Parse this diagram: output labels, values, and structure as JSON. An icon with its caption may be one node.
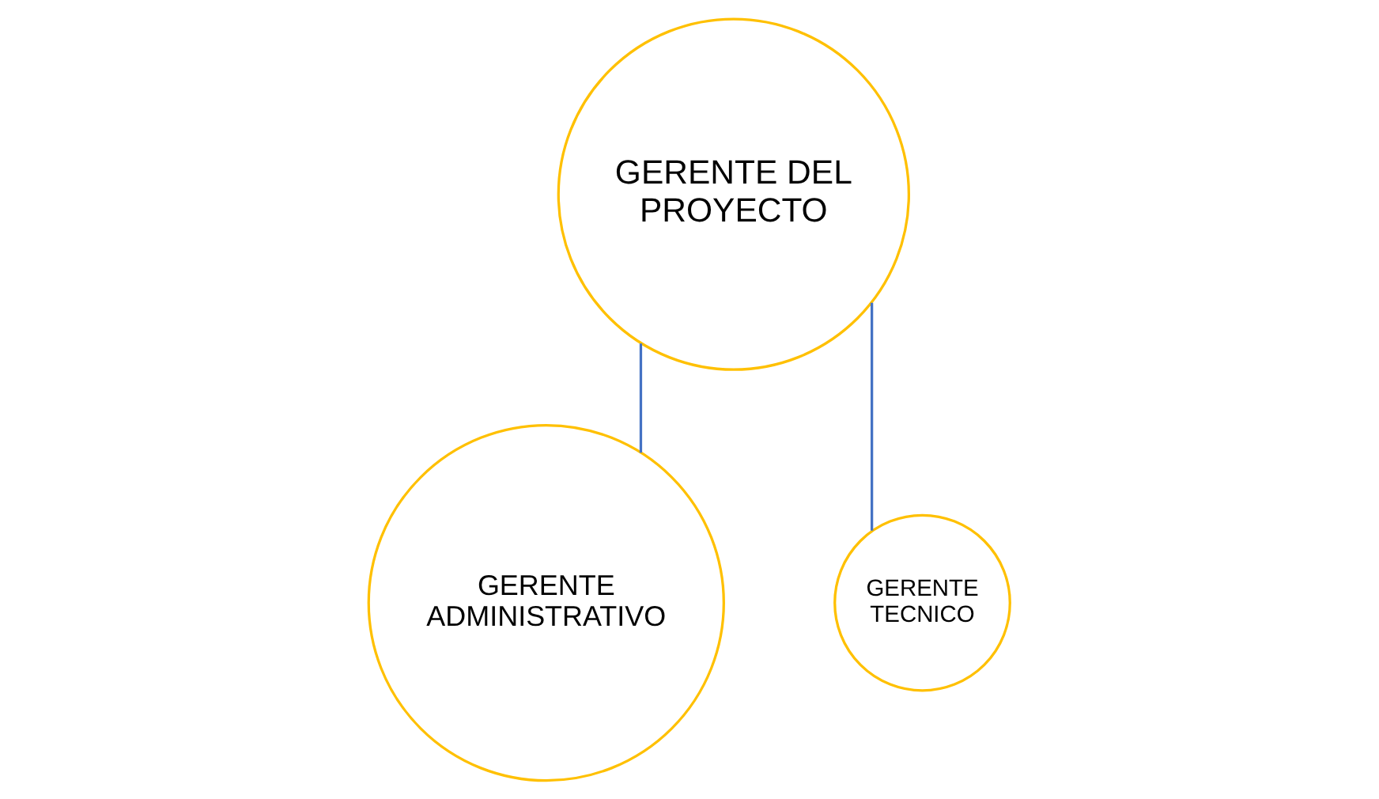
{
  "diagram": {
    "nodes": [
      {
        "text": [
          "GERENTE DEL PROYECTO"
        ]
      },
      {
        "text": [
          "GERENTE ADMINISTRATIVO"
        ]
      },
      {
        "text": [
          "GERENTE TECNICO"
        ]
      }
    ],
    "edges": [
      {
        "from": 0,
        "to": 1,
        "arrow": "none"
      },
      {
        "from": 0,
        "to": 2,
        "arrow": "none"
      }
    ]
  }
}
